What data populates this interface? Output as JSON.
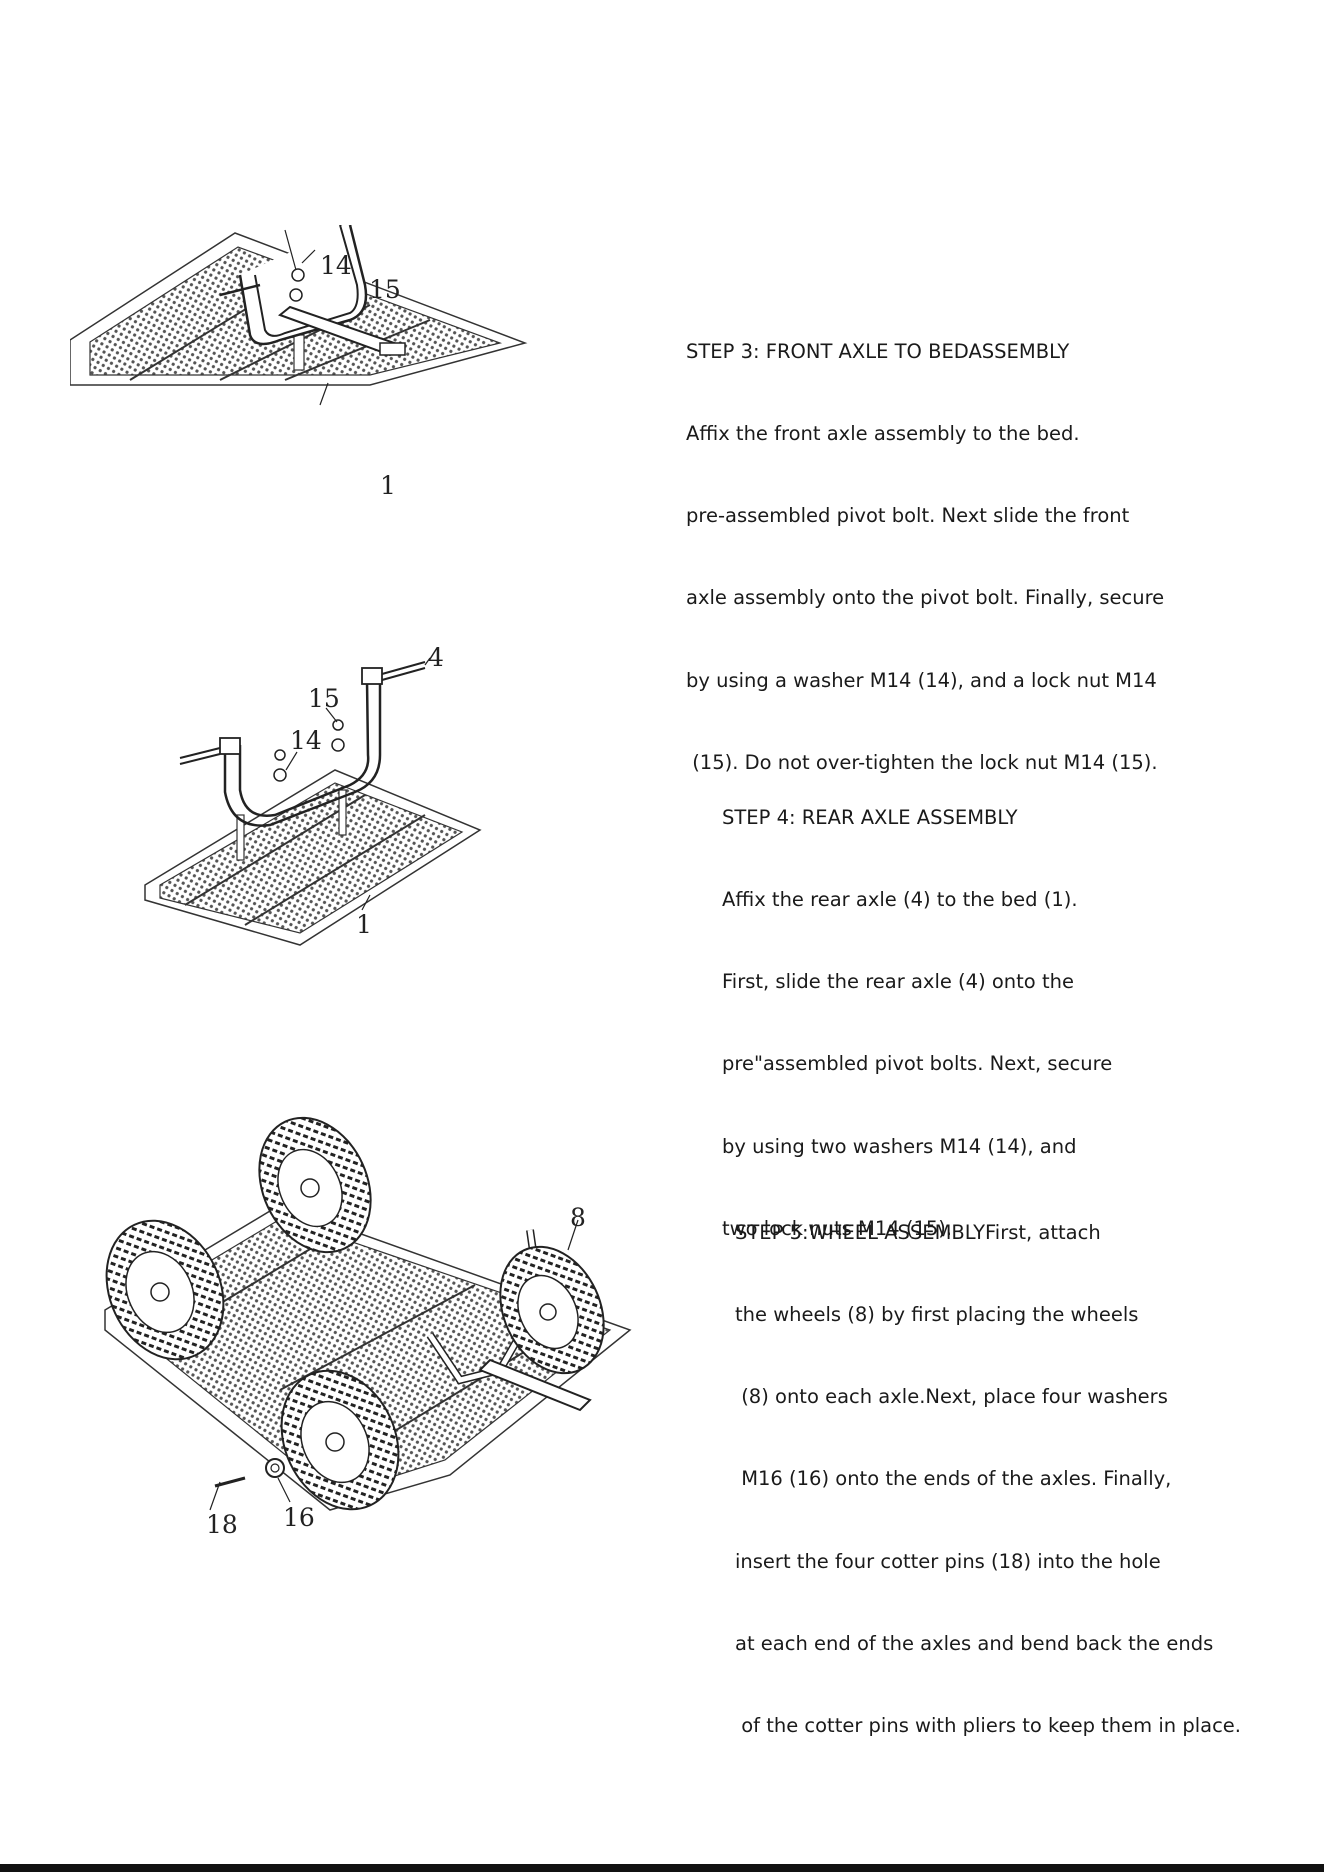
{
  "steps": [
    {
      "lines": [
        "STEP 3: FRONT AXLE TO BEDASSEMBLY",
        "Affix the front axle assembly to the bed.",
        "pre-assembled pivot bolt. Next slide the front",
        "axle assembly onto the pivot bolt. Finally, secure",
        "by using a washer M14 (14), and a lock nut M14",
        " (15). Do not over-tighten the lock nut M14 (15)."
      ],
      "callouts": [
        "14",
        "15",
        "1"
      ]
    },
    {
      "lines": [
        "STEP 4: REAR AXLE ASSEMBLY",
        "Affix the rear axle (4) to the bed (1).",
        "First, slide the rear axle (4) onto the",
        "pre\"assembled pivot bolts. Next, secure",
        "by using two washers M14 (14), and",
        "two lock nuts M14 (15)."
      ],
      "callouts": [
        "4",
        "15",
        "14",
        "1"
      ]
    },
    {
      "lines": [
        "STEP 5:WHEEL ASSEMBLYFirst, attach",
        "the wheels (8) by first placing the wheels",
        " (8) onto each axle.Next, place four washers",
        " M16 (16) onto the ends of the axles. Finally,",
        "insert the four cotter pins (18) into the hole",
        "at each end of the axles and bend back the ends",
        " of the cotter pins with pliers to keep them in place."
      ],
      "callouts": [
        "8",
        "18",
        "16"
      ]
    }
  ]
}
